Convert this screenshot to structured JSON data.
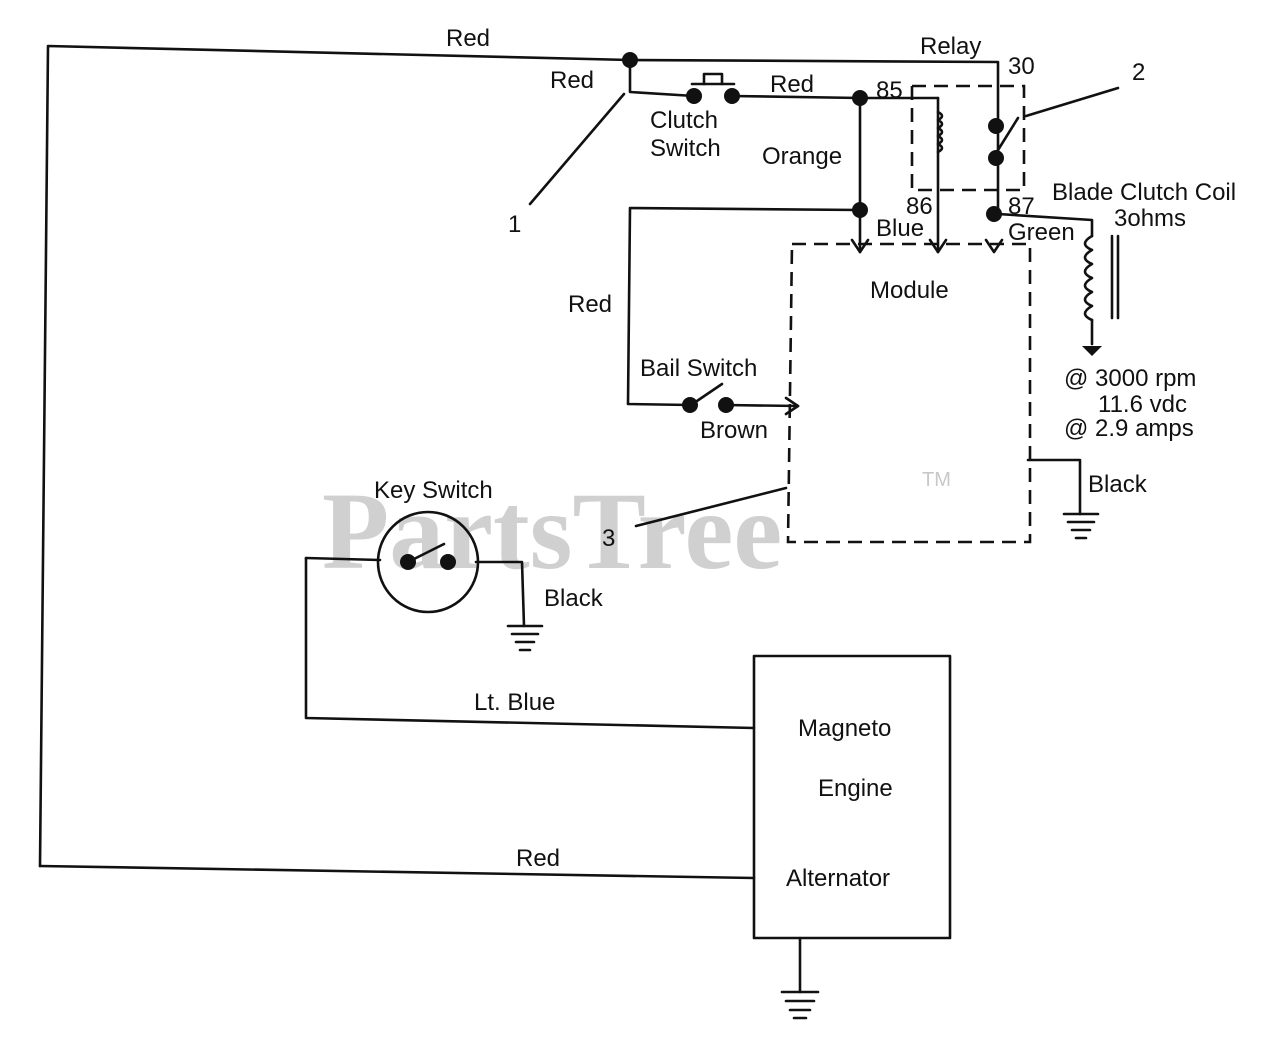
{
  "watermark": {
    "text": "PartsTree",
    "tm": "TM"
  },
  "colors": {
    "wire": "#111111",
    "background": "#ffffff",
    "watermark": "#d0d0d0"
  },
  "wires": {
    "red_top": "Red",
    "red_short": "Red",
    "red_to_85": "Red",
    "orange": "Orange",
    "blue": "Blue",
    "green": "Green",
    "red_bail": "Red",
    "brown": "Brown",
    "black_module": "Black",
    "black_key": "Black",
    "lt_blue": "Lt. Blue",
    "red_bottom": "Red"
  },
  "components": {
    "clutch_switch": [
      "Clutch",
      "Switch"
    ],
    "relay": "Relay",
    "blade_clutch_coil": [
      "Blade Clutch Coil",
      "3ohms"
    ],
    "module": "Module",
    "bail_switch": "Bail Switch",
    "key_switch": "Key Switch",
    "engine": [
      "Magneto",
      "Engine",
      "Alternator"
    ]
  },
  "terminals": {
    "t30": "30",
    "t85": "85",
    "t86": "86",
    "t87": "87"
  },
  "callouts": {
    "c1": "1",
    "c2": "2",
    "c3": "3"
  },
  "specs": [
    "@ 3000 rpm",
    "11.6 vdc",
    "@ 2.9 amps"
  ]
}
